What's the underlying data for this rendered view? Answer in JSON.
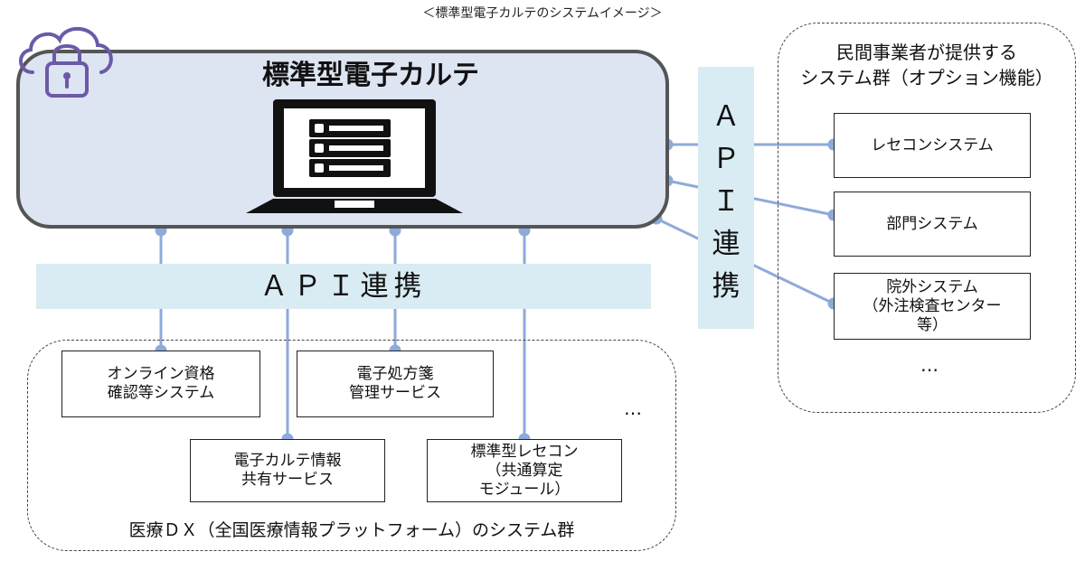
{
  "caption": "＜標準型電子カルテのシステムイメージ＞",
  "main": {
    "title": "標準型電子カルテ",
    "icons": [
      "cloud-lock-icon",
      "laptop-server-icon"
    ]
  },
  "api_horizontal": "ＡＰＩ連携",
  "api_vertical": [
    "Ａ",
    "Ｐ",
    "Ｉ",
    "連",
    "携"
  ],
  "private_group": {
    "title_lines": [
      "民間事業者が提供する",
      "システム群（オプション機能）"
    ],
    "nodes": [
      {
        "lines": [
          "レセコンシステム"
        ]
      },
      {
        "lines": [
          "部門システム"
        ]
      },
      {
        "lines": [
          "院外システム",
          "（外注検査センター",
          "等）"
        ]
      }
    ],
    "more": "…"
  },
  "dx_group": {
    "label": "医療ＤＸ（全国医療情報プラットフォーム）のシステム群",
    "nodes": [
      {
        "lines": [
          "オンライン資格",
          "確認等システム"
        ]
      },
      {
        "lines": [
          "電子処方箋",
          "管理サービス"
        ]
      },
      {
        "lines": [
          "電子カルテ情報",
          "共有サービス"
        ]
      },
      {
        "lines": [
          "標準型レセコン",
          "（共通算定",
          "モジュール）"
        ]
      }
    ],
    "more": "…"
  },
  "colors": {
    "main_fill": "#dde4f2",
    "main_border": "#555555",
    "api_fill": "#d9ebf3",
    "connector": "#8eaadb",
    "cloud_icon": "#6a5aa8"
  }
}
